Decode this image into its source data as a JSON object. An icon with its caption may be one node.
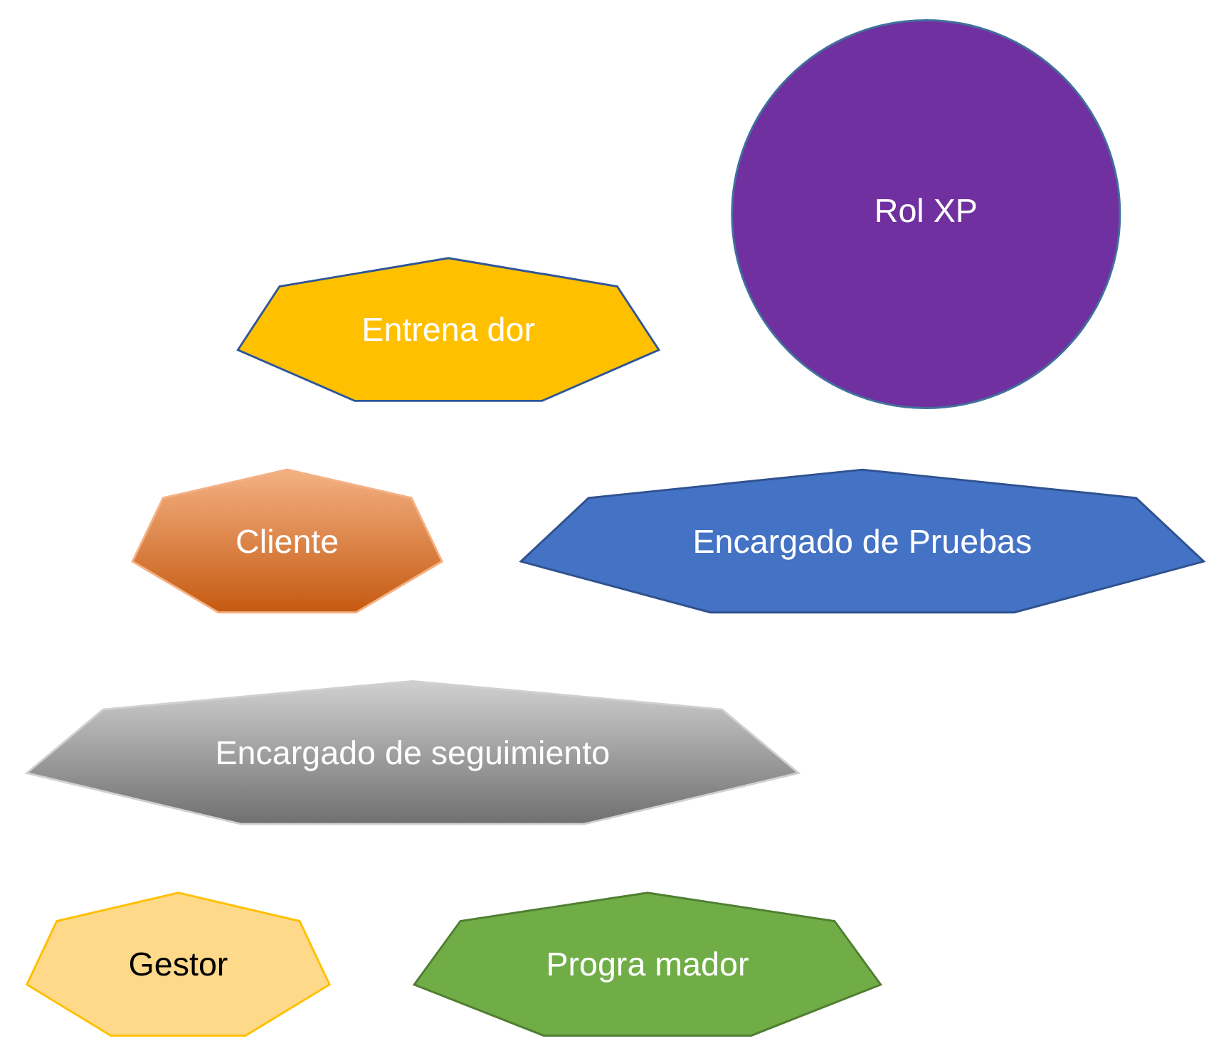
{
  "diagram": {
    "nodes": [
      {
        "text": [
          "Progra mador"
        ]
      },
      {
        "text": [
          "Cliente"
        ]
      },
      {
        "text": [
          "Entrena dor"
        ]
      },
      {
        "text": [
          "Rol XP"
        ]
      },
      {
        "text": [
          "Gestor"
        ]
      },
      {
        "text": [
          "Encargado de seguimiento"
        ]
      },
      {
        "text": [
          "Encargado de Pruebas"
        ]
      }
    ]
  }
}
